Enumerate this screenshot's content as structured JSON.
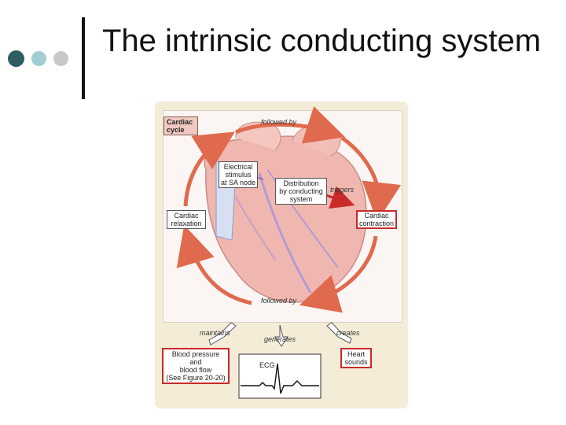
{
  "slide": {
    "title": "The intrinsic conducting system"
  },
  "figure": {
    "cycle_label": "Cardiac\ncycle",
    "electrical_stimulus": "Electrical\nstimulus\nat SA node",
    "distribution": "Distribution\nby conducting\nsystem",
    "cardiac_contraction": "Cardiac\ncontraction",
    "cardiac_relaxation": "Cardiac\nrelaxation",
    "followed_by_top": "followed by",
    "followed_by_bottom": "followed by",
    "triggers": "triggers",
    "maintains": "maintains",
    "generates": "generates",
    "creates": "creates",
    "blood_pressure": "Blood pressure\nand\nblood flow\n(See Figure 20-20)",
    "ecg": "ECG",
    "heart_sounds": "Heart\nsounds"
  },
  "colors": {
    "cycle_arrow": "#e06a4e",
    "heart": "#f0b7b0",
    "red_accent": "#c92a2a"
  }
}
